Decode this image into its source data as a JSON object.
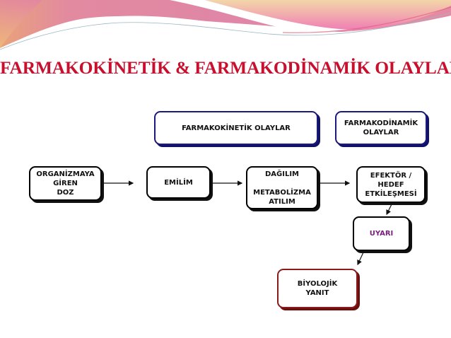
{
  "slide": {
    "title": "FARMAKOKİNETİK & FARMAKODİNAMİK OLAYLAR",
    "colors": {
      "title": "#c8102e",
      "header_box_border": "#1a1a7a",
      "result_box_border": "#8b1a1a",
      "stimulus_text": "#7b1f7e"
    }
  },
  "headers": {
    "pharmacokinetic": {
      "line1": "FARMAKOKİNETİK OLAYLAR"
    },
    "pharmacodynamic": {
      "line1": "FARMAKODİNAMİK",
      "line2": "OLAYLAR"
    }
  },
  "nodes": {
    "dose": {
      "line1": "ORGANİZMAYA",
      "line2": "GİREN",
      "line3": "DOZ"
    },
    "absorption": {
      "line1": "EMİLİM"
    },
    "distribution": {
      "line1": "DAĞILIM",
      "line2": "METABOLİZMA",
      "line3": "ATILIM"
    },
    "effector": {
      "line1": "EFEKTÖR /",
      "line2": "HEDEF",
      "line3": "ETKİLEŞMESİ"
    },
    "stimulus": {
      "line1": "UYARI"
    },
    "response": {
      "line1": "BİYOLOJİK",
      "line2": "YANIT"
    }
  },
  "edges": [
    {
      "from": "dose",
      "to": "absorption"
    },
    {
      "from": "absorption",
      "to": "distribution"
    },
    {
      "from": "distribution",
      "to": "effector"
    },
    {
      "from": "effector",
      "to": "stimulus"
    },
    {
      "from": "stimulus",
      "to": "response"
    }
  ]
}
